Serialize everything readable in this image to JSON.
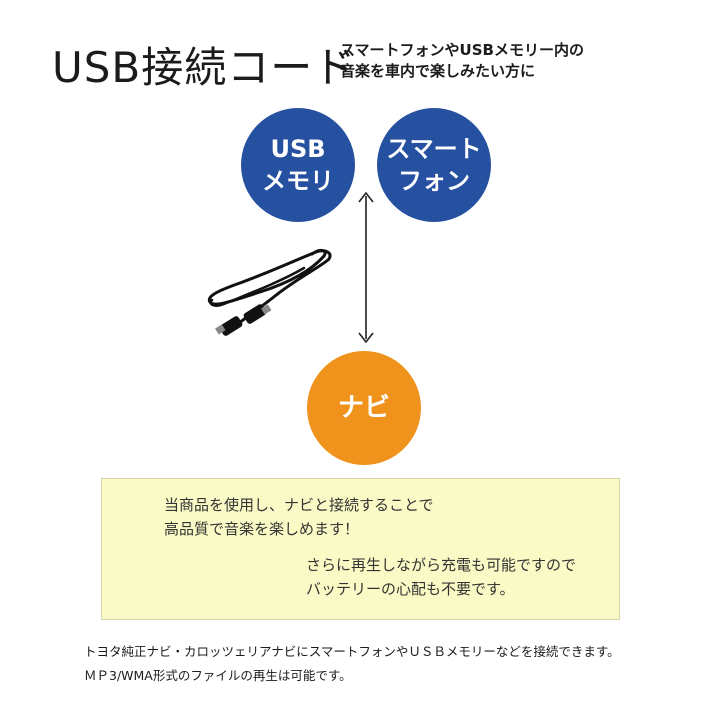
{
  "title": "USB接続コード",
  "subtitle": {
    "line1": "スマートフォンやUSBメモリー内の",
    "line2": "音楽を車内で楽しみたい方に"
  },
  "circles": {
    "usb": {
      "line1": "USB",
      "line2": "メモリ"
    },
    "phone": {
      "line1": "スマート",
      "line2": "フォン"
    },
    "navi": {
      "line1": "ナビ"
    }
  },
  "note": {
    "para1_line1": "当商品を使用し、ナビと接続することで",
    "para1_line2": "高品質で音楽を楽しめます！",
    "para2_line1": "さらに再生しながら充電も可能ですので",
    "para2_line2": "バッテリーの心配も不要です。"
  },
  "footer": {
    "line1": "トヨタ純正ナビ・カロッツェリアナビにスマートフォンやＵＳＢメモリーなどを接続できます。",
    "line2": "ＭＰ3/WMA形式のファイルの再生は可能です。"
  },
  "colors": {
    "blue_circle": "#2650a0",
    "orange_circle": "#f0931c",
    "note_background": "#fafac6"
  },
  "icons": {
    "arrow": "double-arrow-vertical-icon",
    "cable": "usb-cable-icon"
  }
}
